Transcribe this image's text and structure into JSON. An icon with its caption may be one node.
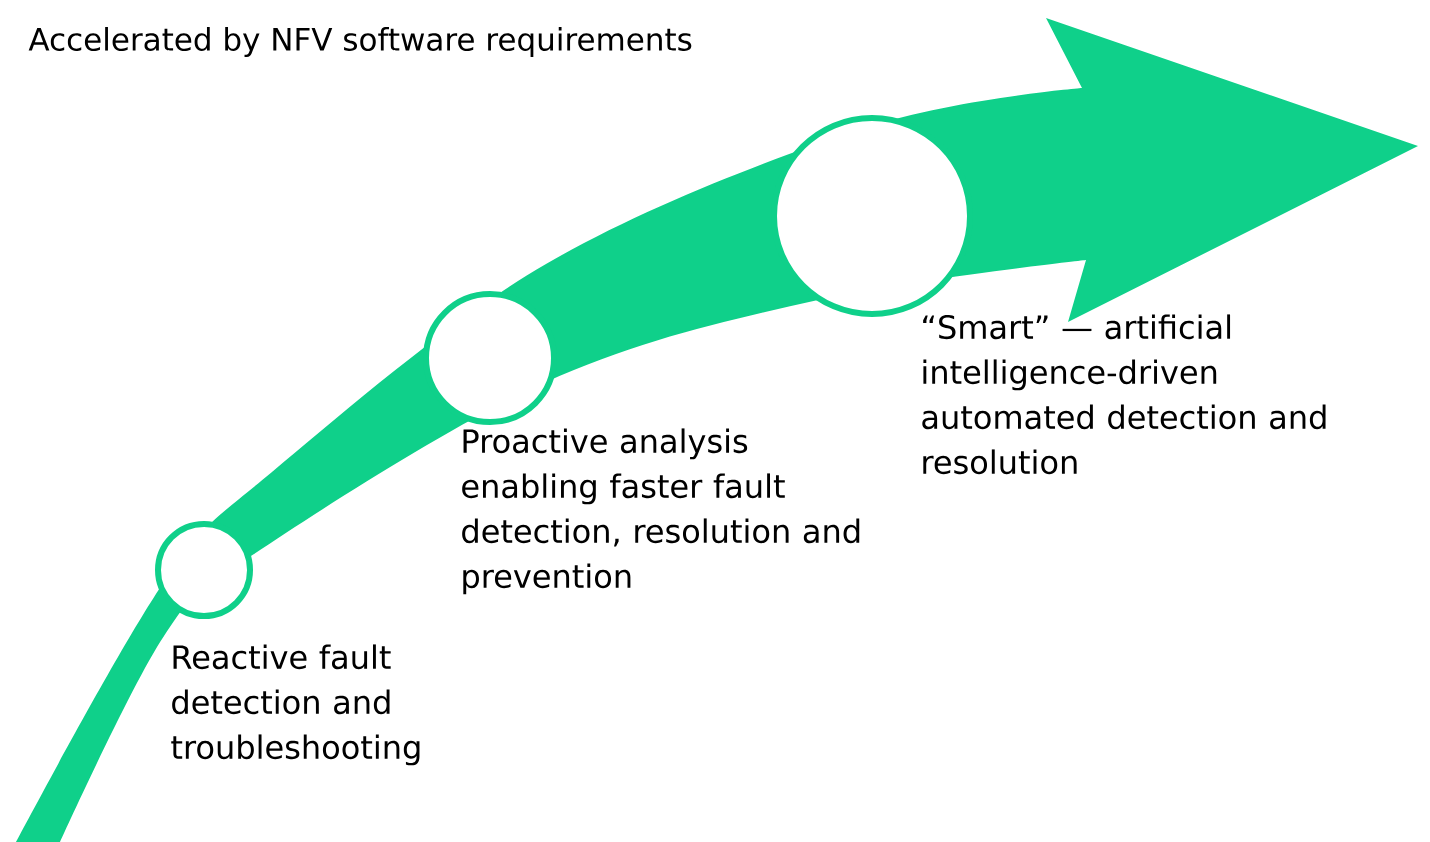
{
  "diagram": {
    "title": "Accelerated by NFV software requirements",
    "nodes": [
      {
        "text": [],
        "shape": "circle",
        "beside": [
          "Reactive fault detection and troubleshooting"
        ]
      },
      {
        "text": [],
        "shape": "circle",
        "beside": [
          "Proactive analysis enabling faster fault detection, resolution and prevention"
        ]
      },
      {
        "text": [],
        "shape": "circle",
        "beside": [
          "“Smart” — artificial intelligence-driven automated detection and resolution"
        ]
      }
    ]
  }
}
